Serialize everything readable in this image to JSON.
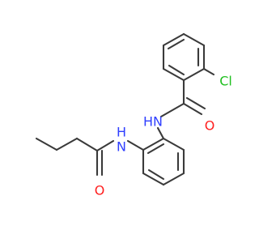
{
  "molecule": {
    "atoms": {
      "amide_n_top": {
        "label": "N",
        "h_label": "H",
        "color": "#2f3fff"
      },
      "amide_o_top": {
        "label": "O",
        "color": "#ff1f1f"
      },
      "chlorine": {
        "label": "Cl",
        "color": "#1fbf1f"
      },
      "amide_n_bottom": {
        "label": "N",
        "h_label": "H",
        "color": "#2f3fff"
      },
      "amide_o_bottom": {
        "label": "O",
        "color": "#ff1f1f"
      }
    },
    "bond_color": "#3a3a3a"
  }
}
